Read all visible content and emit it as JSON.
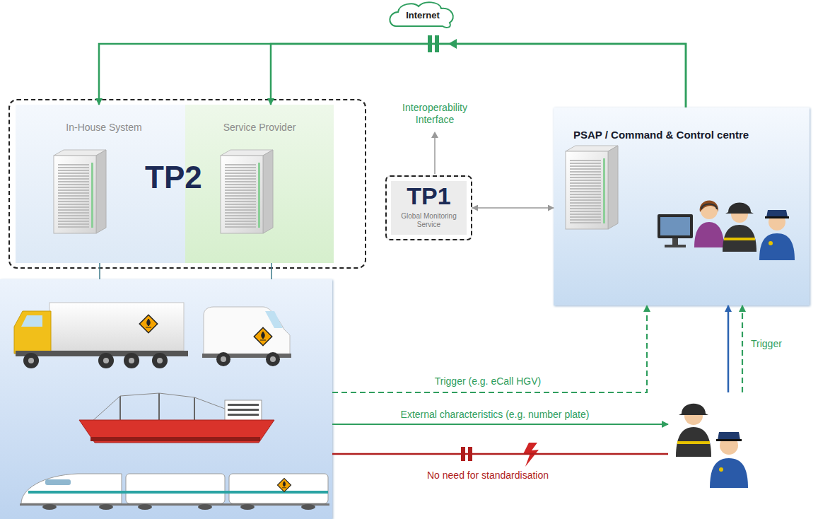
{
  "diagram": {
    "nodes": [
      {
        "text": [
          "Internet"
        ]
      },
      {
        "text": [
          "TP2"
        ]
      },
      {
        "text": [
          "In-House System"
        ],
        "in": 1
      },
      {
        "text": [
          "Service Provider"
        ],
        "in": 1
      },
      {
        "text": [
          "TP1",
          "Global Monitoring Service"
        ]
      },
      {
        "text": [
          "PSAP / Command & Control centre"
        ]
      },
      {
        "text": []
      },
      {
        "text": []
      }
    ],
    "edges": [
      {
        "from": 5,
        "to": 2,
        "arrow": "to"
      },
      {
        "from": 5,
        "to": 3,
        "arrow": "to"
      },
      {
        "from": 4,
        "to": 5,
        "arrow": "both"
      },
      {
        "from": 2,
        "to": 6,
        "arrow": "none"
      },
      {
        "from": 3,
        "to": 6,
        "arrow": "none"
      },
      {
        "from": 6,
        "to": 5,
        "label": "Trigger (e.g. eCall HGV)",
        "arrow": "to"
      },
      {
        "from": 6,
        "to": 7,
        "label": "External characteristics (e.g. number plate)",
        "arrow": "to"
      },
      {
        "from": 7,
        "to": 6,
        "label": "No need for standardisation",
        "arrow": "none"
      },
      {
        "from": 7,
        "to": 5,
        "arrow": "to"
      },
      {
        "from": 7,
        "to": 5,
        "label": "Trigger",
        "arrow": "to"
      }
    ],
    "labels": [
      "Interoperability Interface"
    ]
  }
}
